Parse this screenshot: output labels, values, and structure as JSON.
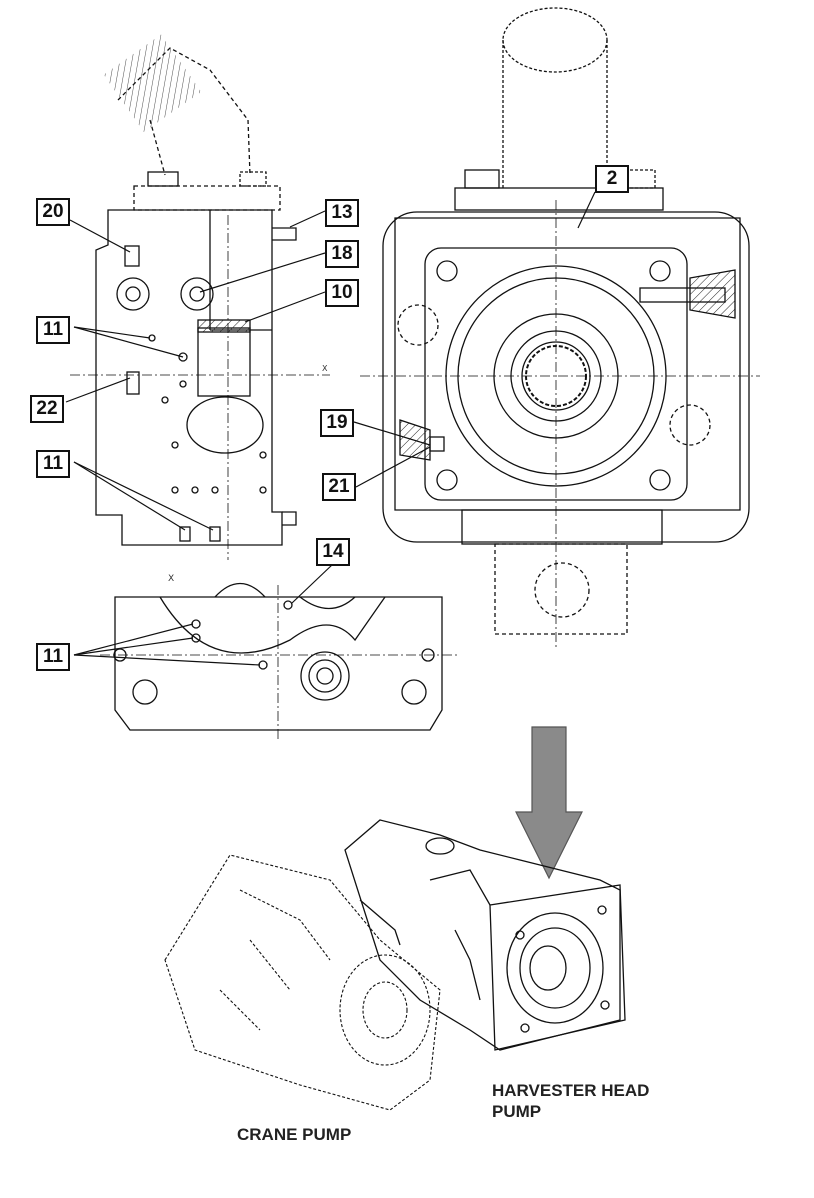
{
  "callouts": {
    "c2": "2",
    "c20": "20",
    "c13": "13",
    "c18": "18",
    "c10": "10",
    "c11a": "11",
    "c22": "22",
    "c11b": "11",
    "c19": "19",
    "c21": "21",
    "c14": "14",
    "c11c": "11"
  },
  "captions": {
    "harvester_line1": "HARVESTER HEAD",
    "harvester_line2": "PUMP",
    "crane": "CRANE PUMP"
  },
  "view_marks": {
    "x_arrow": "X",
    "x_view": "X"
  },
  "colors": {
    "line": "#111111",
    "arrow_fill": "#8a8a8a",
    "arrow_stroke": "#555555"
  }
}
